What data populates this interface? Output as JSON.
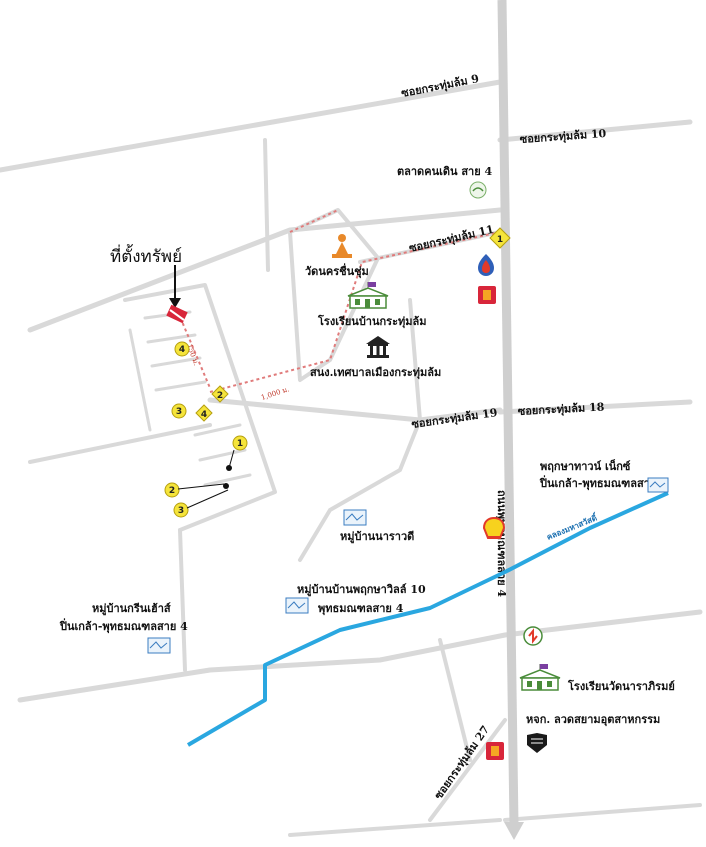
{
  "map": {
    "property_label": "ที่ตั้งทรัพย์",
    "roads": {
      "soi_9": "ซอยกระทุ่มล้ม 9",
      "soi_10": "ซอยกระทุ่มล้ม 10",
      "soi_11": "ซอยกระทุ่มล้ม 11",
      "soi_18": "ซอยกระทุ่มล้ม 18",
      "soi_19": "ซอยกระทุ่มล้ม 19",
      "soi_27": "ซอยกระทุ่มล้ม 27",
      "main_road": "ถนนพุทธมณฑลสาย 4",
      "canal": "คลองมหาสวัสดิ์"
    },
    "distances": {
      "d_150": "150 ม.",
      "d_1000": "1,000 ม."
    },
    "landmarks": {
      "walking_street": "ตลาดคนเดิน สาย 4",
      "temple": "วัดนครชื่นชุ่ม",
      "school_krathum": "โรงเรียนบ้านกระทุ่มล้ม",
      "municipality": "สนง.เทศบาลเมืองกระทุ่มล้ม",
      "pruksa_town_line1": "พฤกษาทาวน์ เน็กซ์",
      "pruksa_town_line2": "ปิ่นเกล้า-พุทธมณฑลสาย 4",
      "village_narawadee": "หมู่บ้านนาราวดี",
      "village_pruksa_line1": "หมู่บ้านบ้านพฤกษาวิลล์ 10",
      "village_pruksa_line2": "พุทธมณฑลสาย 4",
      "village_green_line1": "หมู่บ้านกรีนเฮ้าส์",
      "village_green_line2": "ปิ่นเกล้า-พุทธมณฑลสาย 4",
      "school_watnarak": "โรงเรียนวัดนาราภิรมย์",
      "police": "หจก. ลวดสยามอุตสาหกรรม"
    },
    "badges": [
      "1",
      "2",
      "3",
      "4",
      "2",
      "3",
      "4",
      "1"
    ]
  },
  "colors": {
    "road": "#d9d9d9",
    "canal": "#2aa7e0",
    "dashed_route": "#e07b7b",
    "badge_fill": "#f5e43a",
    "temple_orange": "#e8892a",
    "pin_red": "#d8263a",
    "ptt_blue": "#2f5fb8",
    "shell_red": "#e23a2a",
    "shell_yellow": "#f7d21e"
  }
}
